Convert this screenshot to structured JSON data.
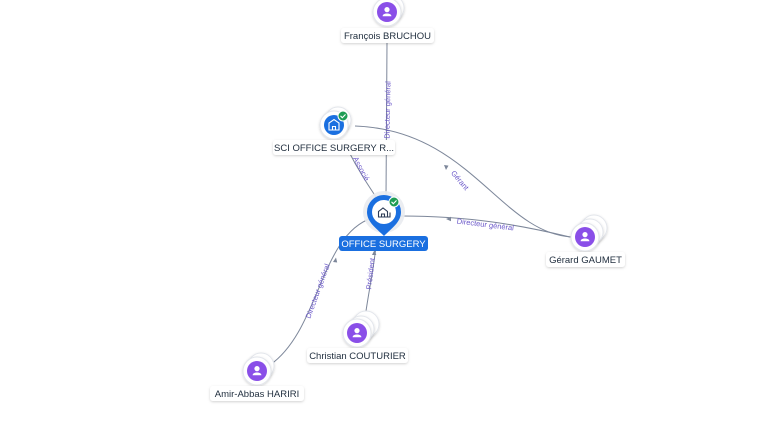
{
  "colors": {
    "person": "#8a4fe8",
    "company": "#1a6fe0",
    "verified": "#1f9d55",
    "edge": "#7d879a",
    "edge_label": "#6a57c9",
    "main_label_bg": "#1a6fe0"
  },
  "nodes": {
    "bruchou": {
      "label": "François BRUCHOU",
      "kind": "person"
    },
    "sci": {
      "label": "SCI OFFICE SURGERY R...",
      "kind": "company",
      "verified": true
    },
    "office": {
      "label": "OFFICE SURGERY",
      "kind": "main",
      "verified": true
    },
    "gaumet": {
      "label": "Gérard GAUMET",
      "kind": "person"
    },
    "couturier": {
      "label": "Christian COUTURIER",
      "kind": "person"
    },
    "hariri": {
      "label": "Amir-Abbas HARIRI",
      "kind": "person"
    }
  },
  "edges": {
    "bruchou_office": "Directeur général",
    "sci_office": "Associé",
    "gaumet_sci": "Gérant",
    "gaumet_office": "Directeur général",
    "couturier_office": "Président",
    "hariri_office": "Directeur général"
  }
}
